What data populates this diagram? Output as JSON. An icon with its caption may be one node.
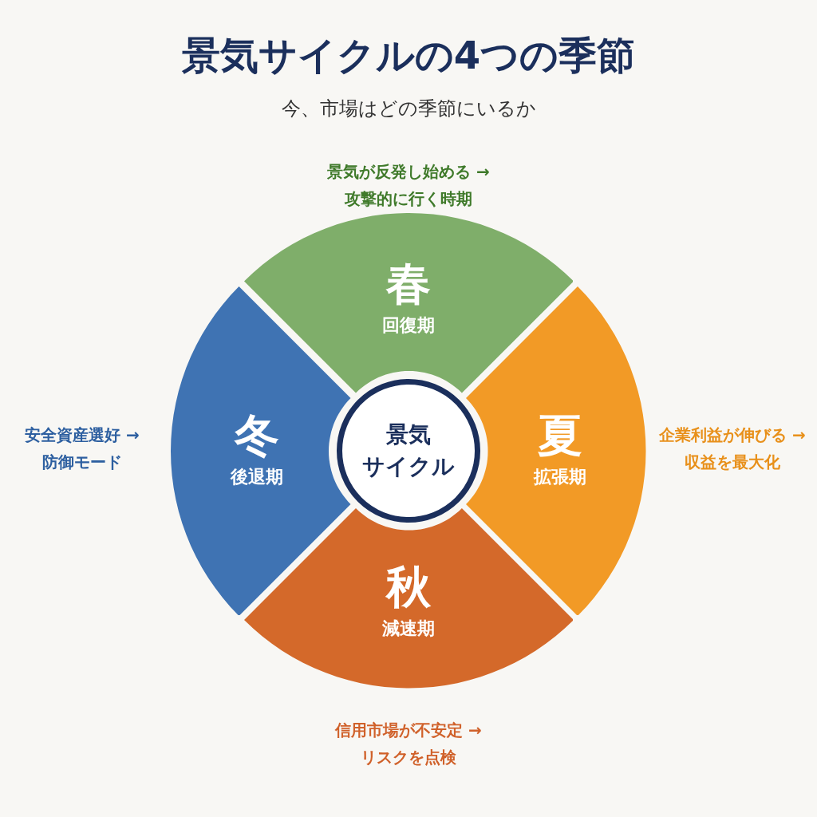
{
  "diagram": {
    "title": "景気サイクルの4つの季節",
    "nodes": [
      {
        "text": [
          "春",
          "回復期"
        ],
        "beside": [
          "景気が反発し始める → 攻撃的に行く時期"
        ]
      },
      {
        "text": [
          "冬",
          "後退期"
        ],
        "beside": [
          "安全資産選好 → 防御モード"
        ]
      },
      {
        "text": [
          "景気サイクル"
        ]
      },
      {
        "text": [
          "夏",
          "拡張期"
        ],
        "beside": [
          "企業利益が伸びる → 収益を最大化"
        ]
      },
      {
        "text": [
          "秋",
          "減速期"
        ],
        "beside": [
          "信用市場が不安定 → リスクを点検"
        ]
      }
    ],
    "edges": [],
    "labels": [
      "今、市場はどの季節にいるか"
    ]
  }
}
